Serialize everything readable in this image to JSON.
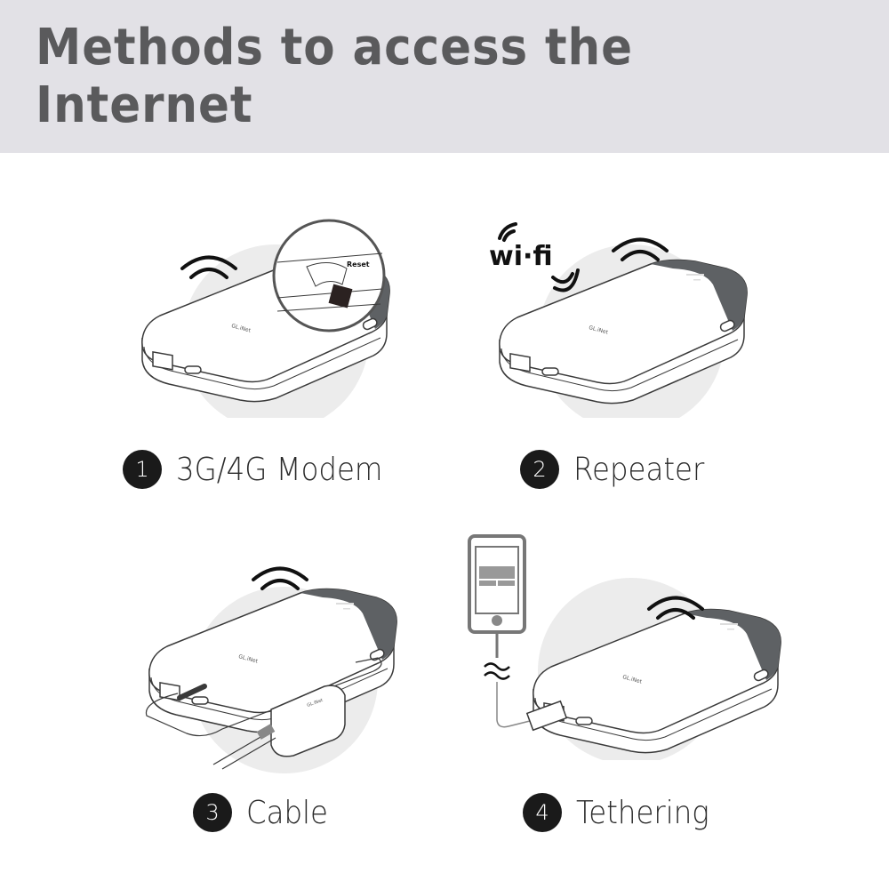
{
  "header": {
    "title": "Methods to access the Internet",
    "background": "#e2e1e6",
    "text_color": "#5a5a5c"
  },
  "methods": [
    {
      "number": "1",
      "label": "3G/4G Modem",
      "illustration": "router-with-sim-card-slot-zoom"
    },
    {
      "number": "2",
      "label": "Repeater",
      "illustration": "router-receiving-wifi"
    },
    {
      "number": "3",
      "label": "Cable",
      "illustration": "router-connected-to-ethernet-adapter"
    },
    {
      "number": "4",
      "label": "Tethering",
      "illustration": "router-connected-to-smartphone-via-usb"
    }
  ],
  "illustration_text": {
    "wifi_logo": "wi-fi",
    "reset_label": "Reset",
    "brand": "GL.iNet"
  },
  "colors": {
    "circle_bg": "#ececec",
    "device_dark": "#5e6164",
    "line": "#3a3a3a",
    "badge": "#1a1a1a"
  }
}
